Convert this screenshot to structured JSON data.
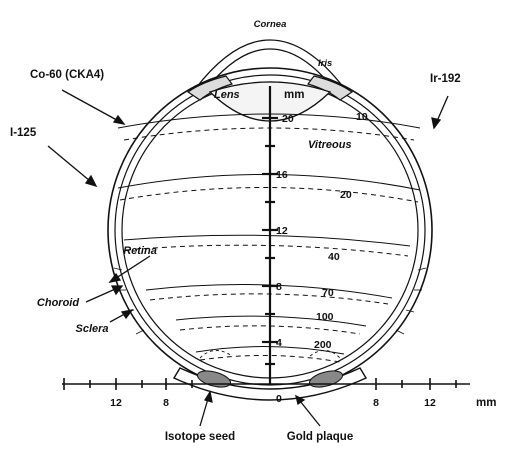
{
  "labels": {
    "cornea": "Cornea",
    "iris": "Iris",
    "lens": "Lens",
    "vitreous": "Vitreous",
    "retina": "Retina",
    "choroid": "Choroid",
    "sclera": "Sclera",
    "co60": "Co-60 (CKA4)",
    "i125": "I-125",
    "ir192": "Ir-192",
    "isotope_seed": "Isotope seed",
    "gold_plaque": "Gold plaque",
    "mm_axis": "mm",
    "mm_scale": "mm"
  },
  "depth_scale_ticks": [
    "20",
    "16",
    "12",
    "8",
    "4",
    "0"
  ],
  "isodose_labels": [
    "10",
    "20",
    "40",
    "70",
    "100",
    "200"
  ],
  "horizontal_scale_ticks": [
    "12",
    "8",
    "0",
    "8",
    "12"
  ],
  "colors": {
    "ink": "#111111",
    "seed_fill": "#888888",
    "background": "#ffffff"
  }
}
